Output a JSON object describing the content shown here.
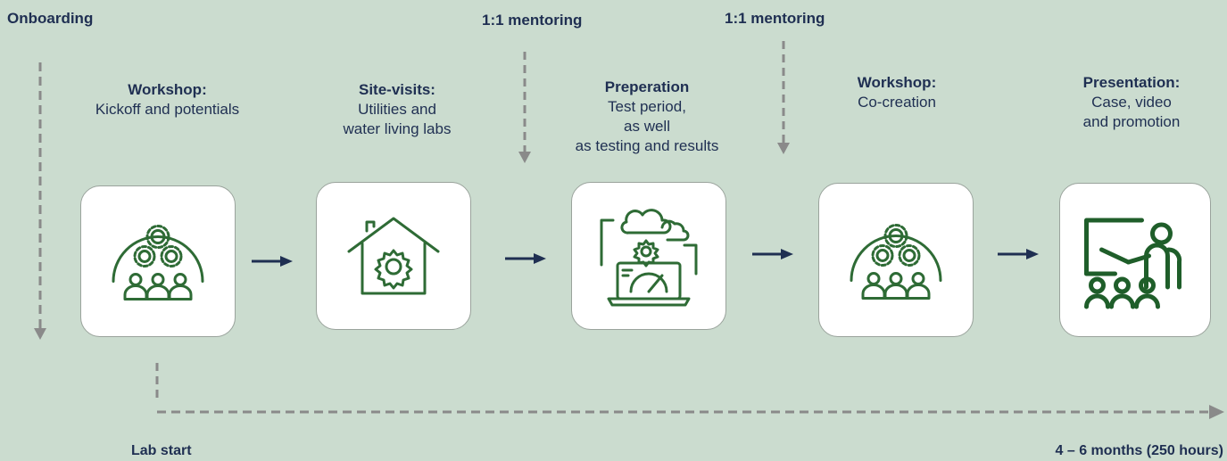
{
  "top_labels": {
    "onboarding": "Onboarding",
    "mentoring_1": "1:1 mentoring",
    "mentoring_2": "1:1 mentoring"
  },
  "stages": [
    {
      "title": "Workshop:",
      "desc": "Kickoff and potentials",
      "icon": "team-gears-icon"
    },
    {
      "title": "Site-visits:",
      "desc_1": "Utilities and",
      "desc_2": "water living labs",
      "icon": "house-gear-icon"
    },
    {
      "title": "Preperation",
      "desc_1": "Test period,",
      "desc_2": "as well",
      "desc_3": "as testing and results",
      "icon": "laptop-cloud-gear-icon"
    },
    {
      "title": "Workshop:",
      "desc": "Co-creation",
      "icon": "team-gears-icon"
    },
    {
      "title": "Presentation:",
      "desc_1": "Case, video",
      "desc_2": "and promotion",
      "icon": "presenter-audience-icon"
    }
  ],
  "bottom_labels": {
    "lab_start": "Lab start",
    "duration": "4 – 6 months (250 hours)"
  },
  "colors": {
    "background": "#cbdccf",
    "text": "#1f2f52",
    "icon_green": "#2e6b35",
    "arrow_navy": "#1f2f52",
    "dashed_gray": "#8a8a8a"
  }
}
